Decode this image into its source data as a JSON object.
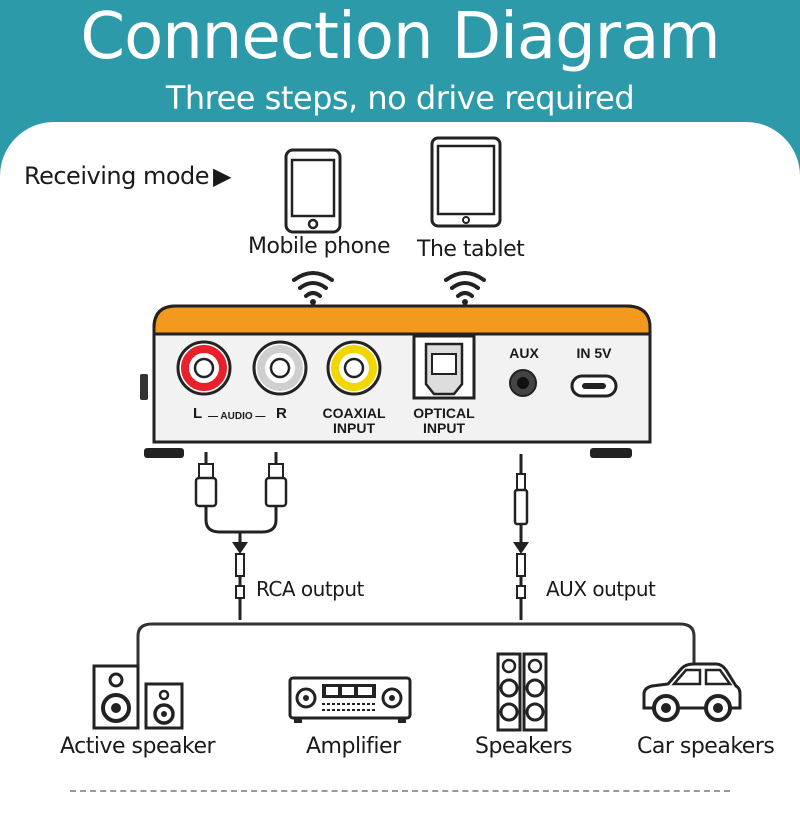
{
  "header": {
    "title": "Connection Diagram",
    "subtitle": "Three steps, no drive required"
  },
  "mode": {
    "label": "Receiving mode",
    "arrow": "▶"
  },
  "sources": [
    {
      "label": "Mobile phone",
      "icon": "mobile-phone-icon"
    },
    {
      "label": "The tablet",
      "icon": "tablet-icon"
    }
  ],
  "device": {
    "audio_left": "L",
    "audio_mid": "— AUDIO —",
    "audio_right": "R",
    "coaxial": "COAXIAL",
    "coaxial_sub": "INPUT",
    "optical": "OPTICAL",
    "optical_sub": "INPUT",
    "aux": "AUX",
    "power": "IN 5V",
    "accent_color": "#f39a1e"
  },
  "outputs": {
    "rca": "RCA output",
    "aux": "AUX output"
  },
  "destinations": [
    {
      "label": "Active speaker",
      "icon": "active-speaker-icon"
    },
    {
      "label": "Amplifier",
      "icon": "amplifier-icon"
    },
    {
      "label": "Speakers",
      "icon": "speakers-icon"
    },
    {
      "label": "Car speakers",
      "icon": "car-icon"
    }
  ],
  "colors": {
    "background": "#2c9aa8",
    "panel": "#ffffff",
    "red_jack": "#e8202a",
    "yellow_jack": "#f2d600"
  }
}
